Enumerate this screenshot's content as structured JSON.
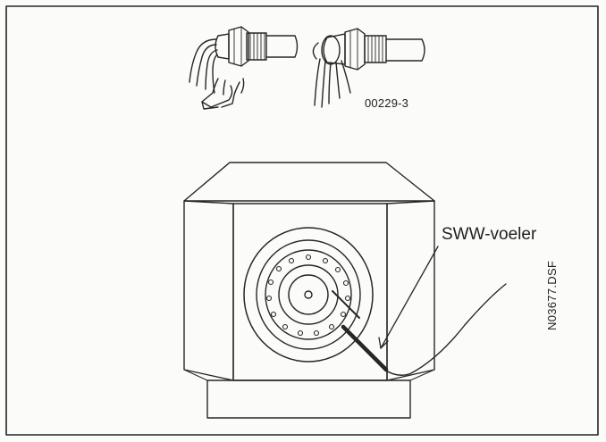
{
  "labels": {
    "figure_code": "00229-3",
    "sensor": "SWW-voeler",
    "file_name": "N03677.DSF"
  }
}
